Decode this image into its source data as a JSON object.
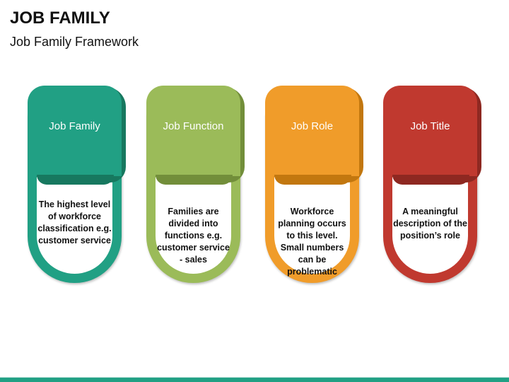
{
  "header": {
    "title": "JOB FAMILY",
    "subtitle": "Job Family Framework"
  },
  "cards": [
    {
      "label": "Job Family",
      "description": "The highest level of workforce classification e.g. customer service",
      "color": "#21A084",
      "dark": "#17785F"
    },
    {
      "label": "Job Function",
      "description": "Families are divided into functions e.g. customer service - sales",
      "color": "#9BBB59",
      "dark": "#728E3A"
    },
    {
      "label": "Job Role",
      "description": "Workforce planning occurs to this level. Small numbers can be problematic",
      "color": "#F09C2A",
      "dark": "#C2770F"
    },
    {
      "label": "Job Title",
      "description": "A meaningful description of the position’s role",
      "color": "#C0392F",
      "dark": "#8E2821"
    }
  ],
  "footer": {
    "bar_color": "#21A084"
  }
}
